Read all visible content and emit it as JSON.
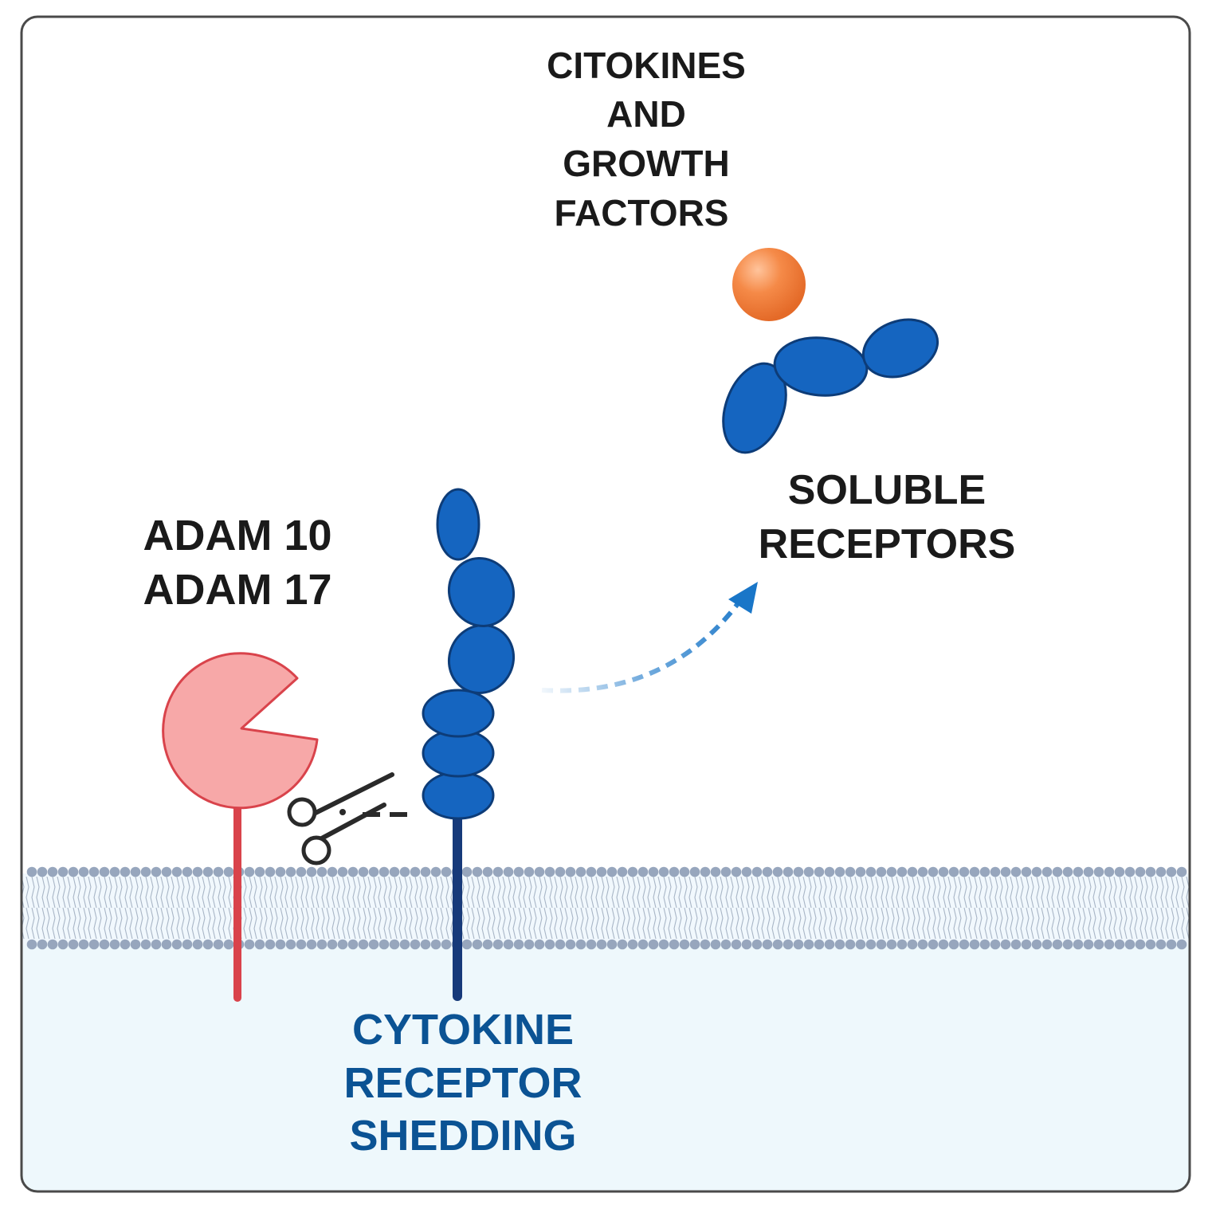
{
  "labels": {
    "cytokines_line1": "CITOKINES",
    "cytokines_line2": "AND",
    "cytokines_line3": "GROWTH",
    "cytokines_line4": "FACTORS",
    "soluble_line1": "SOLUBLE",
    "soluble_line2": "RECEPTORS",
    "adam_line1": "ADAM 10",
    "adam_line2": "ADAM 17",
    "shedding_line1": "CYTOKINE",
    "shedding_line2": "RECEPTOR",
    "shedding_line3": "SHEDDING"
  },
  "colors": {
    "receptor_fill": "#1565c0",
    "receptor_stroke": "#0d3c78",
    "receptor_stalk": "#173a7a",
    "adam_fill": "#f7a8a8",
    "adam_stroke": "#d9434b",
    "adam_stalk": "#d9434b",
    "ligand": "#f28a4a",
    "membrane_head": "#97a6bd",
    "cytoplasm": "#eef8fc",
    "label_dark": "#1a1a1a",
    "label_blue": "#0b5394"
  },
  "icons": {
    "ligand": "ball-icon",
    "adam": "pacman-enzyme-icon",
    "cleavage": "scissors-icon",
    "arrow": "dotted-arrow-icon"
  }
}
